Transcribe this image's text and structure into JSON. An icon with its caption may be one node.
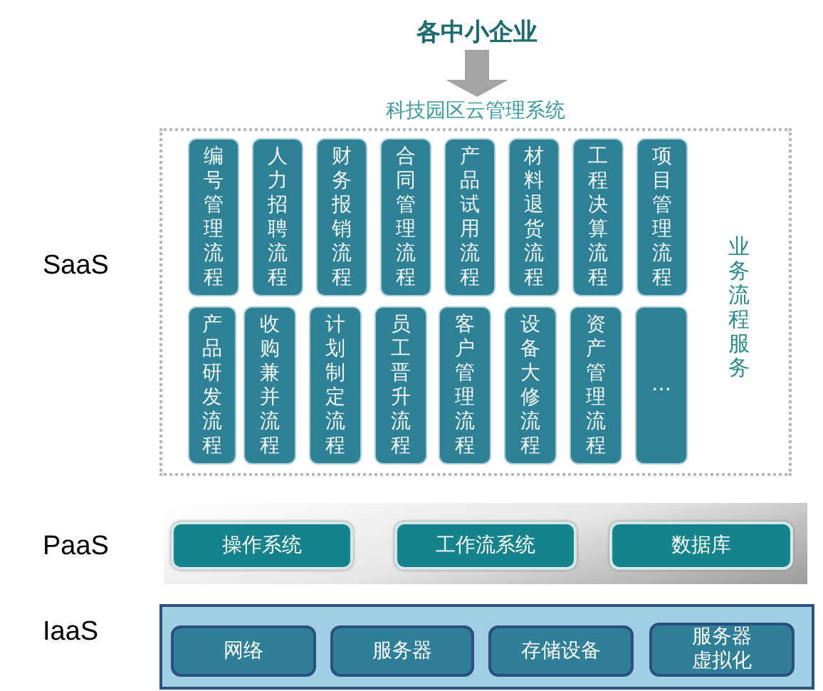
{
  "diagram": {
    "nodes": [
      {
        "text": [
          "各中小企业"
        ]
      },
      {
        "text": [
          "科技园区云管理系统",
          "业务流程服务"
        ],
        "beside": [
          "SaaS"
        ]
      },
      {
        "text": [
          "编号管理流程"
        ],
        "in": 1
      },
      {
        "text": [
          "人力招聘流程"
        ],
        "in": 1
      },
      {
        "text": [
          "财务报销流程"
        ],
        "in": 1
      },
      {
        "text": [
          "合同管理流程"
        ],
        "in": 1
      },
      {
        "text": [
          "产品试用流程"
        ],
        "in": 1
      },
      {
        "text": [
          "材料退货流程"
        ],
        "in": 1
      },
      {
        "text": [
          "工程决算流程"
        ],
        "in": 1
      },
      {
        "text": [
          "项目管理流程"
        ],
        "in": 1
      },
      {
        "text": [
          "产品研发流程"
        ],
        "in": 1
      },
      {
        "text": [
          "收购兼并流程"
        ],
        "in": 1
      },
      {
        "text": [
          "计划制定流程"
        ],
        "in": 1
      },
      {
        "text": [
          "员工晋升流程"
        ],
        "in": 1
      },
      {
        "text": [
          "客户管理流程"
        ],
        "in": 1
      },
      {
        "text": [
          "设备大修流程"
        ],
        "in": 1
      },
      {
        "text": [
          "资产管理流程"
        ],
        "in": 1
      },
      {
        "text": [
          "…"
        ],
        "in": 1
      },
      {
        "text": [],
        "shape": "box",
        "beside": [
          "PaaS"
        ]
      },
      {
        "text": [
          "操作系统"
        ],
        "in": 18
      },
      {
        "text": [
          "工作流系统"
        ],
        "in": 18
      },
      {
        "text": [
          "数据库"
        ],
        "in": 18
      },
      {
        "text": [],
        "shape": "box",
        "beside": [
          "IaaS"
        ]
      },
      {
        "text": [
          "网络"
        ],
        "in": 22
      },
      {
        "text": [
          "服务器"
        ],
        "in": 22
      },
      {
        "text": [
          "存储设备"
        ],
        "in": 22
      },
      {
        "text": [
          "服务器虚拟化"
        ],
        "in": 22
      }
    ],
    "edges": [
      {
        "from": 0,
        "to": 1,
        "arrow": "to"
      }
    ]
  }
}
